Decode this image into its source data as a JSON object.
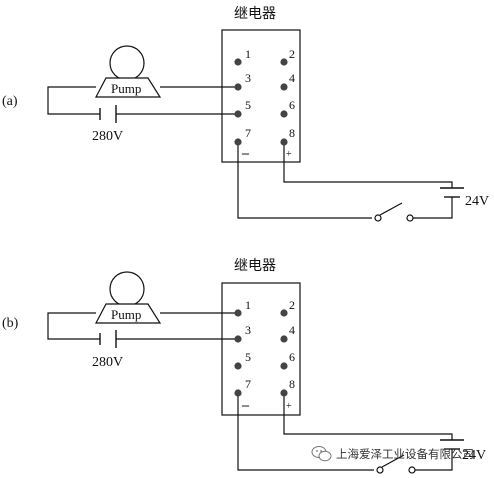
{
  "diagram_a": {
    "label": "(a)",
    "relay_title": "继电器",
    "pump_label": "Pump",
    "supply_voltage": "280V",
    "control_voltage": "24V",
    "terminals": [
      "1",
      "2",
      "3",
      "4",
      "5",
      "6",
      "7",
      "8"
    ],
    "minus_sign": "–",
    "plus_sign": "+"
  },
  "diagram_b": {
    "label": "(b)",
    "relay_title": "继电器",
    "pump_label": "Pump",
    "supply_voltage": "280V",
    "control_voltage": "24V",
    "terminals": [
      "1",
      "2",
      "3",
      "4",
      "5",
      "6",
      "7",
      "8"
    ],
    "minus_sign": "–",
    "plus_sign": "+"
  },
  "watermark": {
    "text": "上海爱泽工业设备有限公司",
    "icon": "wechat-icon"
  }
}
